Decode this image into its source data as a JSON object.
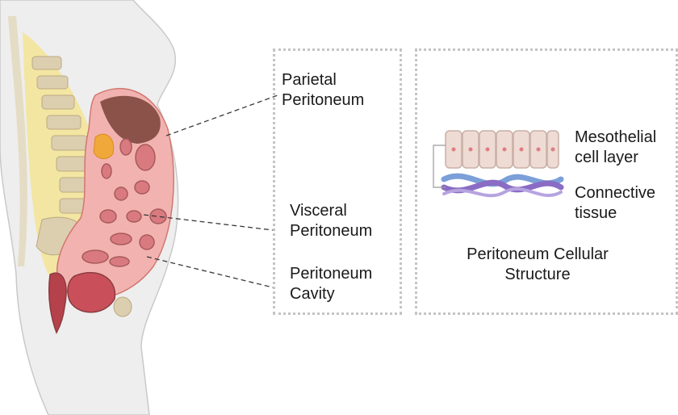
{
  "labels": {
    "parietal_peritoneum": "Parietal\nPeritoneum",
    "visceral_peritoneum": "Visceral\nPeritoneum",
    "peritoneum_cavity": "Peritoneum\nCavity",
    "mesothelial_cell_layer": "Mesothelial\ncell layer",
    "connective_tissue": "Connective\ntissue",
    "structure_title": "Peritoneum Cellular\nStructure"
  },
  "colors": {
    "skin": "#eeeeee",
    "peritoneum": "#f2b3b0",
    "organ": "#d97a80",
    "organ_dark": "#a85a5a",
    "liver": "#8a5248",
    "spine_fat": "#f3e6a2",
    "vertebra": "#dccfb0",
    "pancreas": "#f0a83a",
    "mesothelial_cell": "#eedbd4",
    "fiber_purple": "#8a6cc4",
    "fiber_blue": "#7b9fd8",
    "panel_border": "#c4c4c4"
  }
}
